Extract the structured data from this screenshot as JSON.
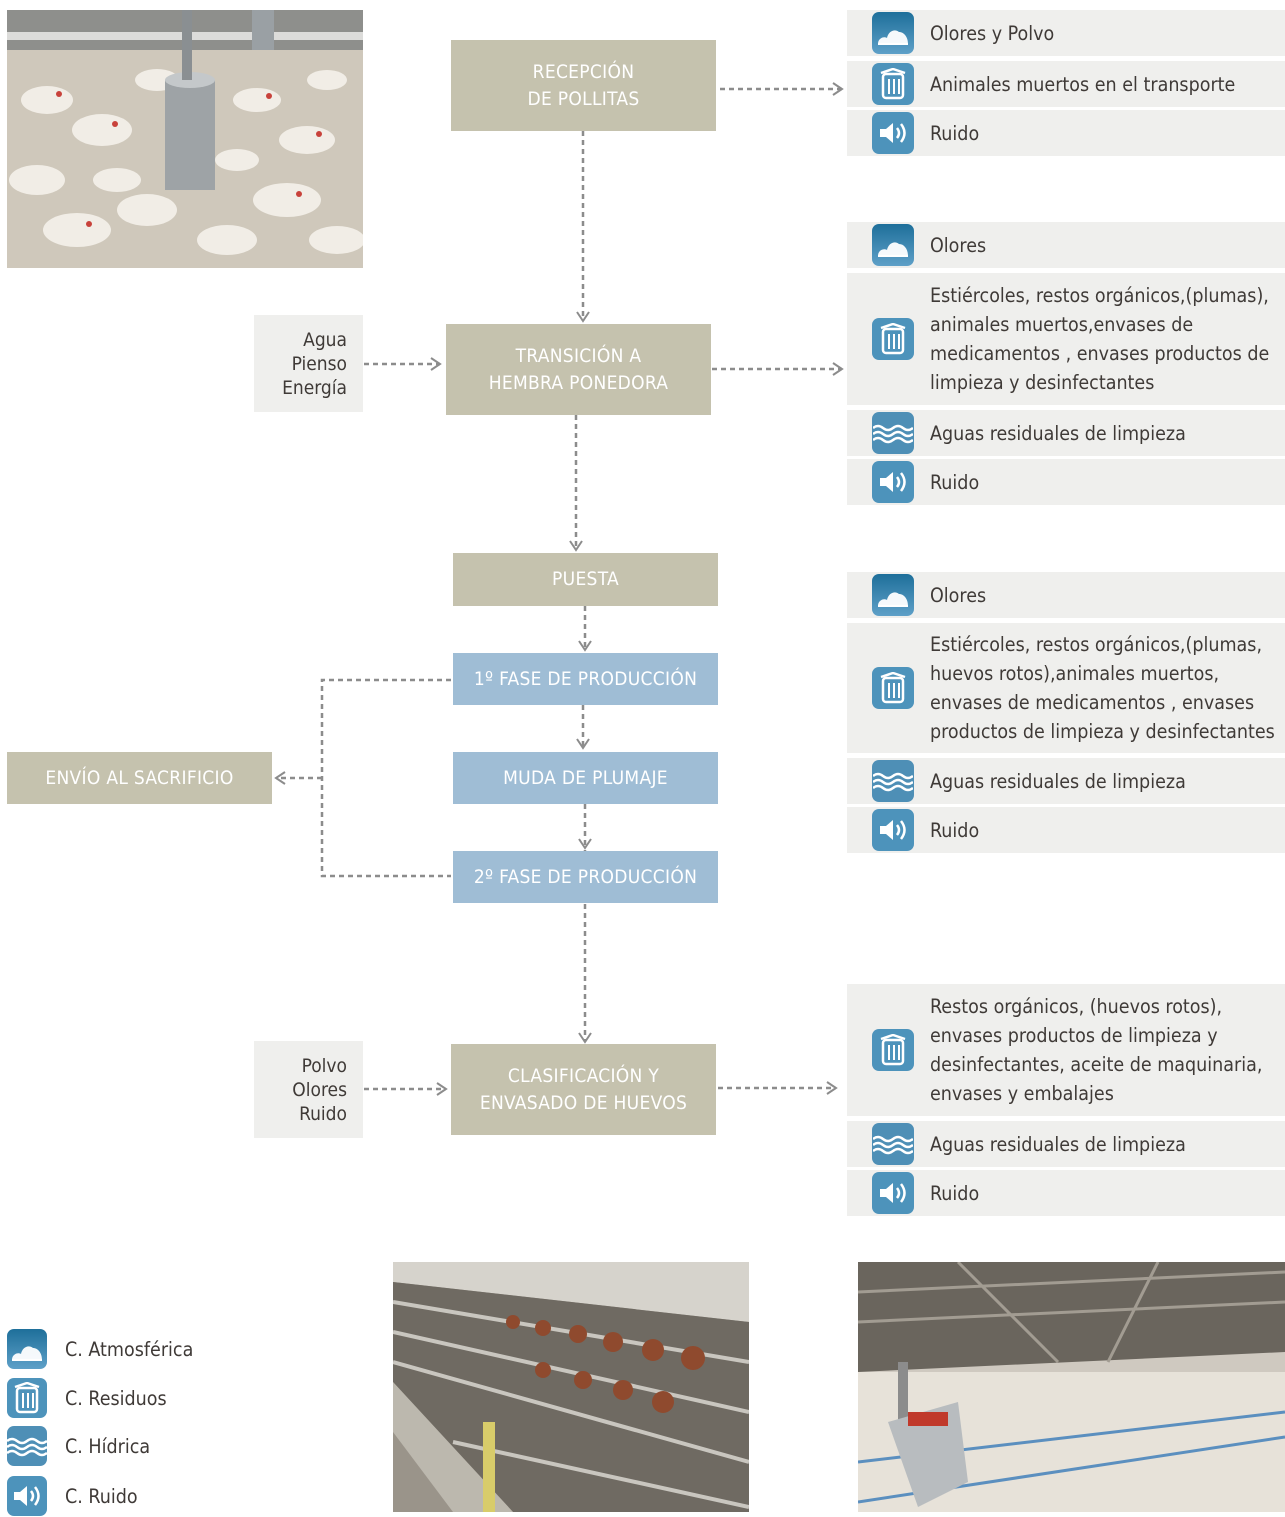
{
  "process": {
    "recepcion": "RECEPCIÓN\nDE POLLITAS",
    "transicion": "TRANSICIÓN A\nHEMBRA PONEDORA",
    "puesta": "PUESTA",
    "fase1": "1º FASE DE PRODUCCIÓN",
    "muda": "MUDA DE PLUMAJE",
    "fase2": "2º FASE DE PRODUCCIÓN",
    "envio": "ENVÍO AL SACRIFICIO",
    "clasificacion": "CLASIFICACIÓN Y\nENVASADO DE HUEVOS"
  },
  "inputs": {
    "transicion": [
      "Agua",
      "Pienso",
      "Energía"
    ],
    "clasificacion": [
      "Polvo",
      "Olores",
      "Ruido"
    ]
  },
  "effects": {
    "group1": [
      {
        "icon": "atmosphere-icon",
        "text": "Olores y Polvo"
      },
      {
        "icon": "waste-icon",
        "text": "Animales muertos en el transporte"
      },
      {
        "icon": "noise-icon",
        "text": "Ruido"
      }
    ],
    "group2": [
      {
        "icon": "atmosphere-icon",
        "text": "Olores"
      },
      {
        "icon": "waste-icon",
        "text": "Estiércoles, restos orgánicos,(plumas), animales muertos,envases de medicamentos , envases productos de limpieza y desinfectantes"
      },
      {
        "icon": "water-icon",
        "text": "Aguas residuales de limpieza"
      },
      {
        "icon": "noise-icon",
        "text": "Ruido"
      }
    ],
    "group3": [
      {
        "icon": "atmosphere-icon",
        "text": "Olores"
      },
      {
        "icon": "waste-icon",
        "text": "Estiércoles, restos orgánicos,(plumas, huevos rotos),animales muertos, envases de medicamentos , envases productos de limpieza y desinfectantes"
      },
      {
        "icon": "water-icon",
        "text": "Aguas residuales de limpieza"
      },
      {
        "icon": "noise-icon",
        "text": "Ruido"
      }
    ],
    "group4": [
      {
        "icon": "waste-icon",
        "text": "Restos orgánicos, (huevos rotos), envases productos de limpieza y desinfectantes, aceite de maquinaria, envases y embalajes"
      },
      {
        "icon": "water-icon",
        "text": "Aguas residuales de limpieza"
      },
      {
        "icon": "noise-icon",
        "text": "Ruido"
      }
    ]
  },
  "legend": [
    {
      "icon": "atmosphere-icon",
      "label": "C. Atmosférica"
    },
    {
      "icon": "waste-icon",
      "label": "C. Residuos"
    },
    {
      "icon": "water-icon",
      "label": "C. Hídrica"
    },
    {
      "icon": "noise-icon",
      "label": "C. Ruido"
    }
  ],
  "colors": {
    "taupe_box": "#c5c2ae",
    "blue_box": "#9fbdd5",
    "row_bg": "#efefed",
    "icon_blue": "#4d93bb",
    "text": "#3f3a37",
    "arrow": "#8c8c8c"
  }
}
